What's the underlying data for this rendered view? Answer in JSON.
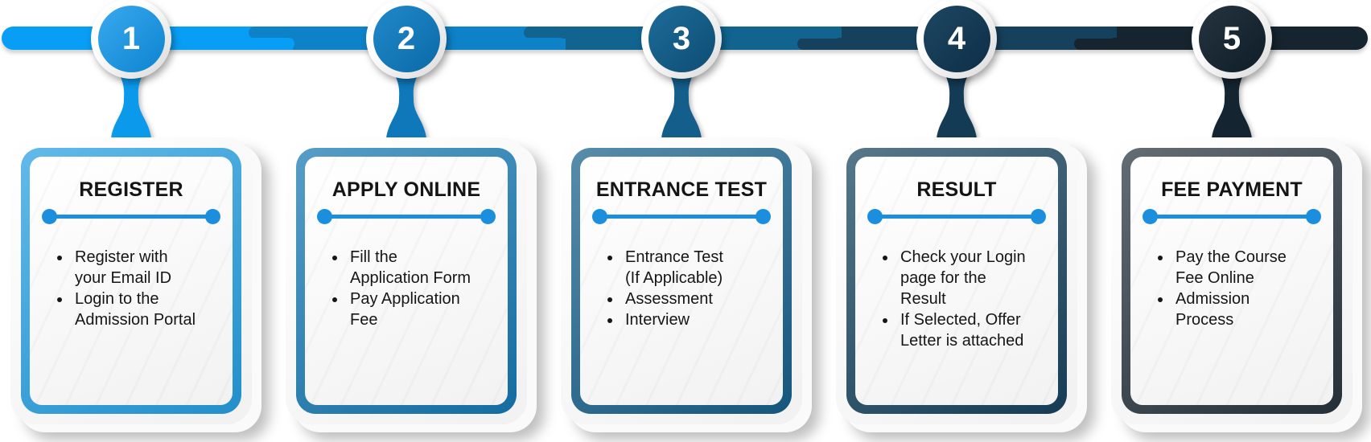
{
  "timeline": {
    "bar_colors": [
      "#089ef5",
      "#0d82c8",
      "#11648f",
      "#16415c",
      "#15242e"
    ],
    "divider_color": "#1b8ede"
  },
  "steps": [
    {
      "number": "1",
      "title": "REGISTER",
      "bullets": [
        "Register with\nyour Email ID",
        "Login to the\nAdmission Portal"
      ],
      "colors": {
        "circle_from": "#3aa9ef",
        "circle_to": "#0c84d0",
        "stem": "#0b99ec",
        "border": "#259fe2"
      }
    },
    {
      "number": "2",
      "title": "APPLY ONLINE",
      "bullets": [
        "Fill the\nApplication Form",
        "Pay Application\nFee"
      ],
      "colors": {
        "circle_from": "#2089c9",
        "circle_to": "#0c6aa8",
        "stem": "#0f78bb",
        "border": "#1578b2"
      }
    },
    {
      "number": "3",
      "title": "ENTRANCE TEST",
      "bullets": [
        "Entrance Test\n(If Applicable)",
        "Assessment",
        "Interview"
      ],
      "colors": {
        "circle_from": "#1d6c99",
        "circle_to": "#0d4d74",
        "stem": "#135e8a",
        "border": "#17608a"
      }
    },
    {
      "number": "4",
      "title": "RESULT",
      "bullets": [
        "Check your Login\npage for the\nResult",
        "If Selected, Offer\nLetter is attached"
      ],
      "colors": {
        "circle_from": "#1d4762",
        "circle_to": "#0e2e47",
        "stem": "#143b55",
        "border": "#17435e"
      }
    },
    {
      "number": "5",
      "title": "FEE PAYMENT",
      "bullets": [
        "Pay the Course\nFee Online",
        "Admission\nProcess"
      ],
      "colors": {
        "circle_from": "#25343f",
        "circle_to": "#0e1d28",
        "stem": "#142430",
        "border": "#28343e"
      }
    }
  ]
}
